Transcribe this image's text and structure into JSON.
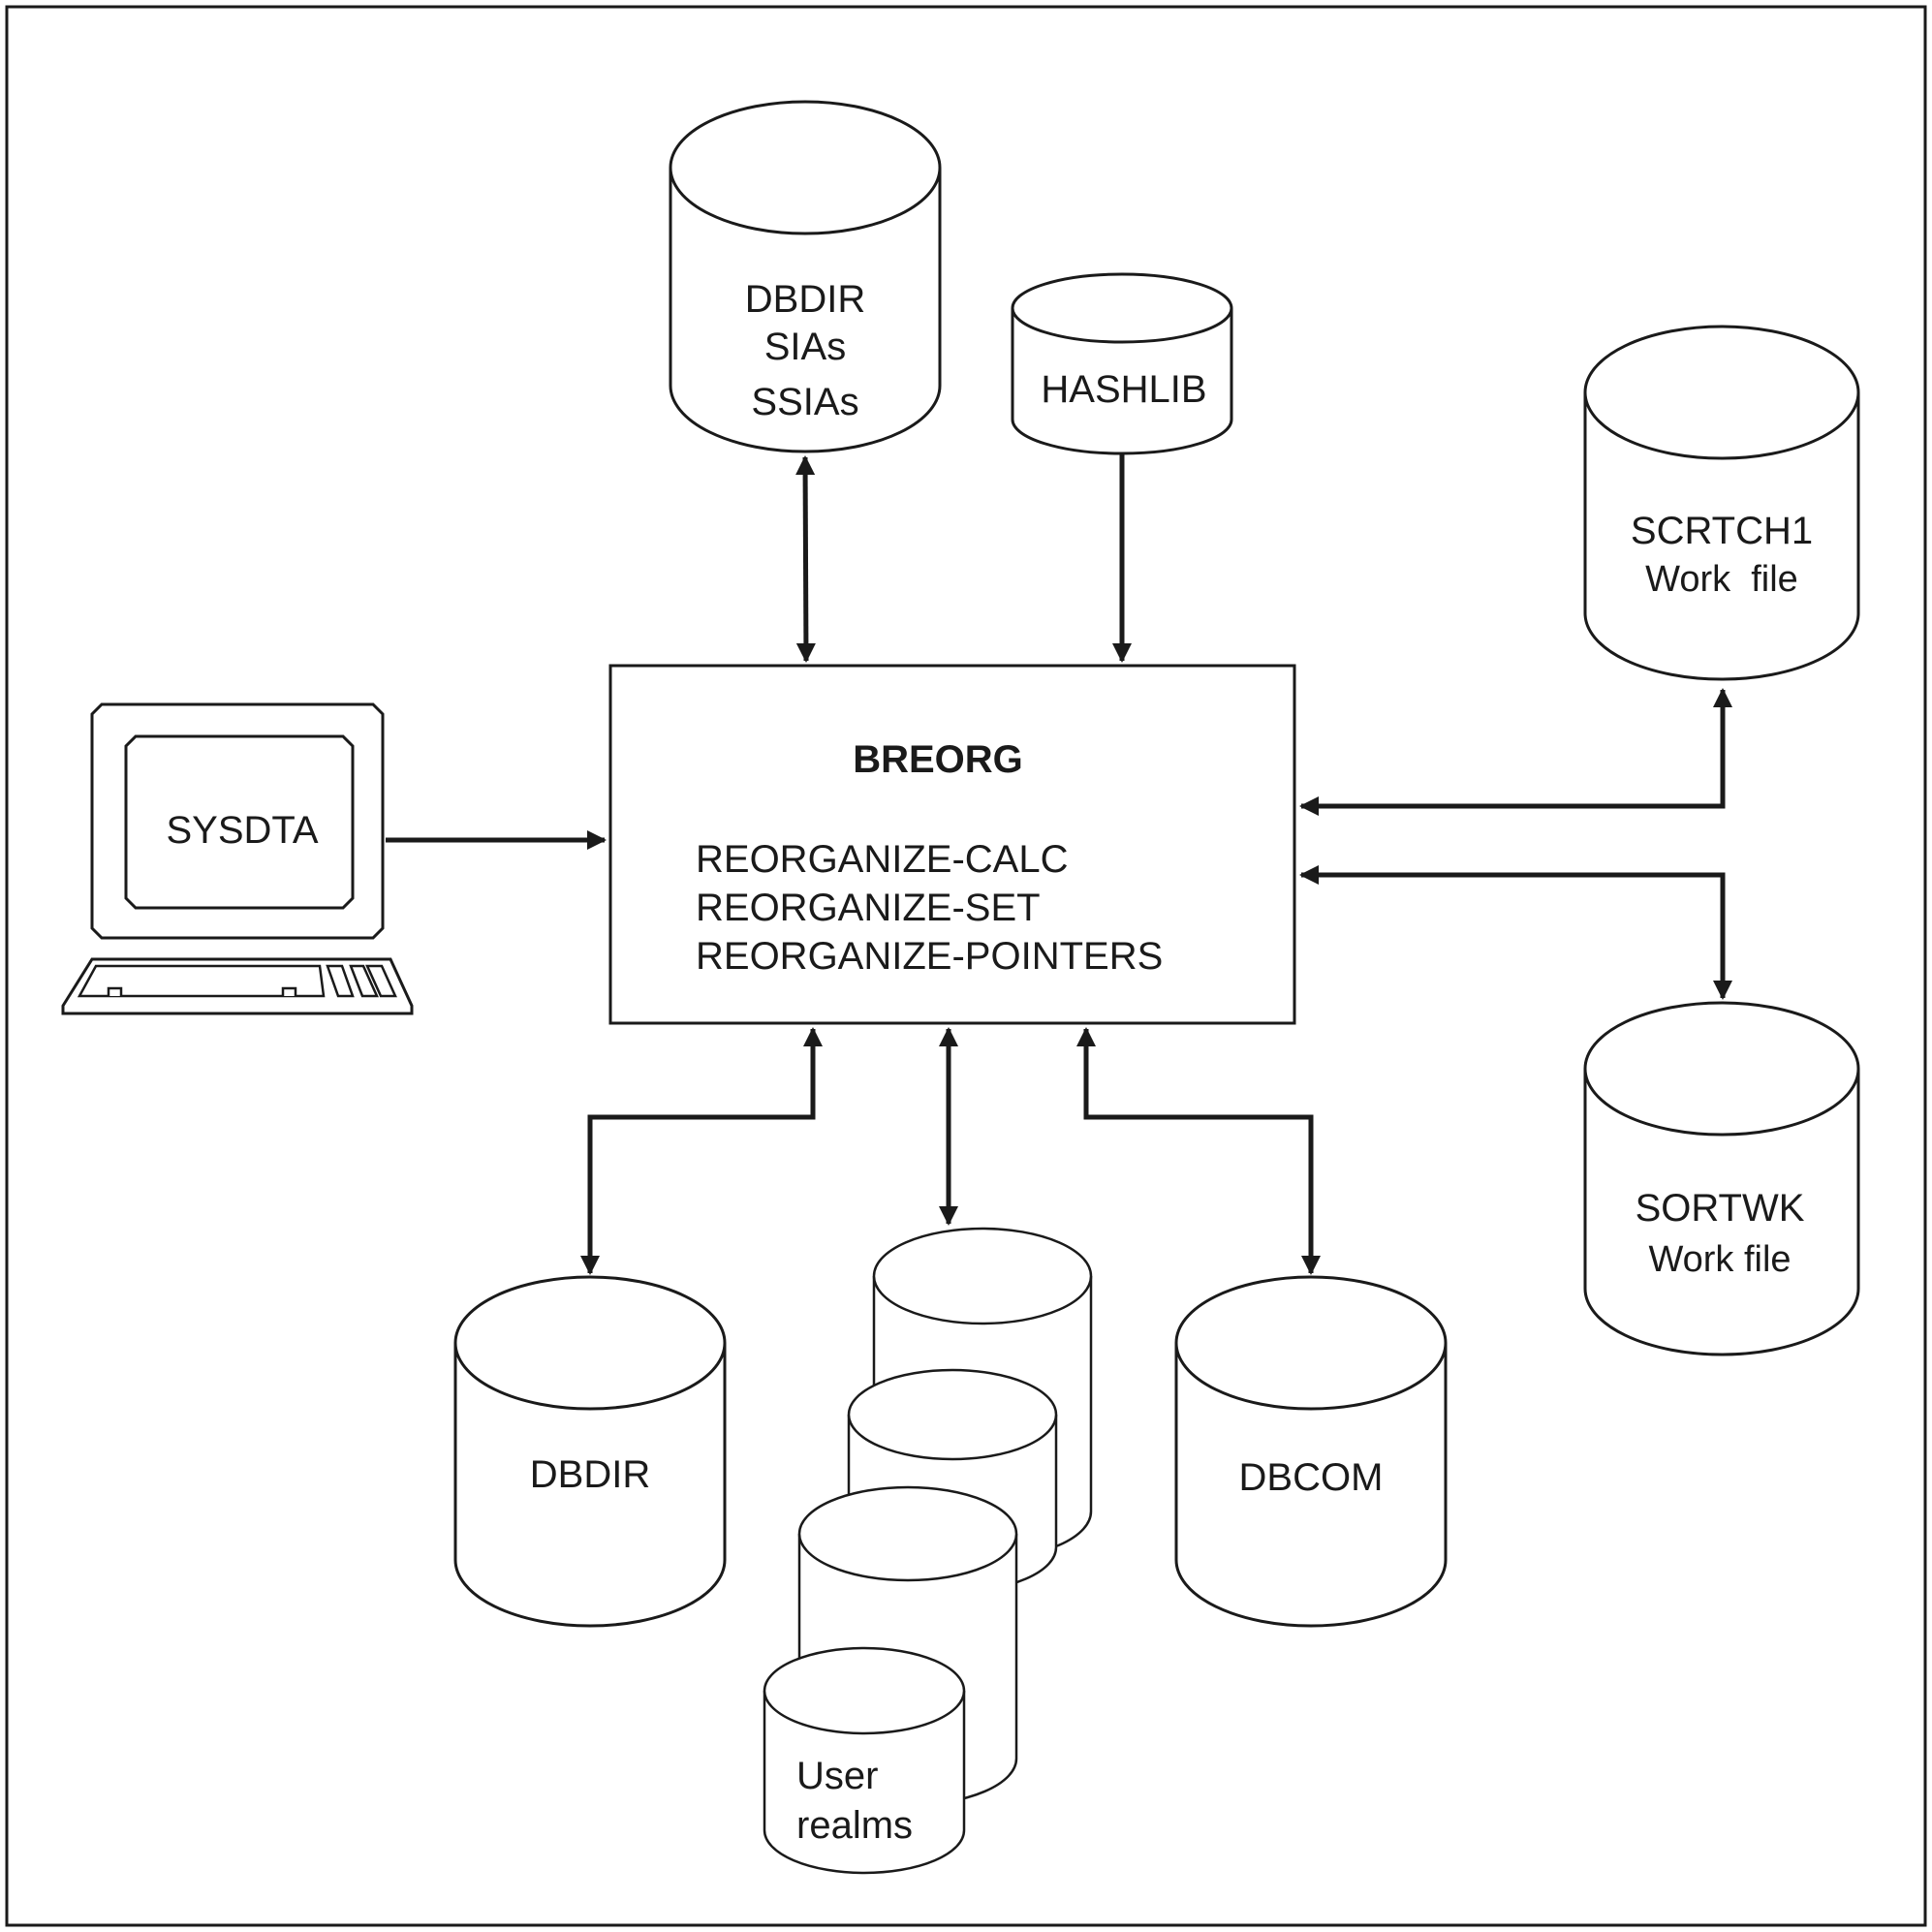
{
  "colors": {
    "line": "#1a1a1a",
    "fill": "#ffffff"
  },
  "program": {
    "name": "BREORG",
    "statements": [
      "REORGANIZE-CALC",
      "REORGANIZE-SET",
      "REORGANIZE-POINTERS"
    ]
  },
  "terminal": {
    "label": "SYSDTA",
    "icon": "computer-terminal-icon"
  },
  "files": {
    "dbdir_top": [
      "DBDIR",
      "SIAs",
      "SSIAs"
    ],
    "hashlib": "HASHLIB",
    "scrtch1": [
      "SCRTCH1",
      "Work  file"
    ],
    "sortwk": [
      "SORTWK",
      "Work file"
    ],
    "dbdir_bottom": "DBDIR",
    "user_realms": [
      "User",
      "realms"
    ],
    "dbcom": "DBCOM"
  }
}
